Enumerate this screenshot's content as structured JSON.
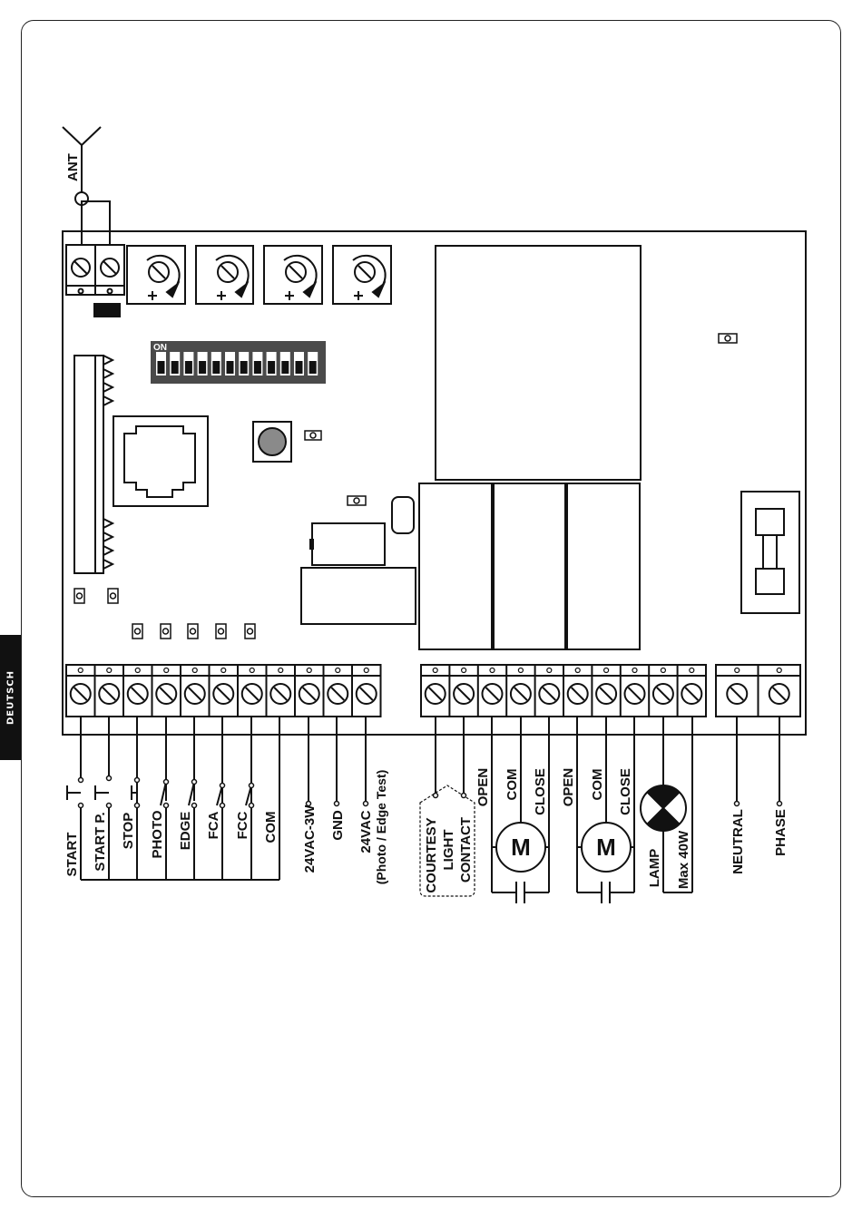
{
  "sidebar": {
    "language": "DEUTSCH"
  },
  "antenna": {
    "label": "ANT"
  },
  "dip_switch": {
    "label": "ON",
    "count": 12
  },
  "terminals": {
    "left_group": [
      {
        "label": "START"
      },
      {
        "label": "START P."
      },
      {
        "label": "STOP"
      },
      {
        "label": "PHOTO"
      },
      {
        "label": "EDGE"
      },
      {
        "label": "FCA"
      },
      {
        "label": "FCC"
      },
      {
        "label": "COM"
      },
      {
        "label": "24VAC-3W"
      },
      {
        "label": "GND"
      },
      {
        "label": "24VAC",
        "sub": "(Photo / Edge Test)"
      }
    ],
    "courtesy_light": [
      "COURTESY",
      "LIGHT",
      "CONTACT"
    ],
    "motor1": {
      "open": "OPEN",
      "com": "COM",
      "close": "CLOSE",
      "symbol": "M"
    },
    "motor2": {
      "open": "OPEN",
      "com": "COM",
      "close": "CLOSE",
      "symbol": "M"
    },
    "lamp": {
      "label": "LAMP",
      "rating": "Max 40W"
    },
    "power": {
      "neutral": "NEUTRAL",
      "phase": "PHASE"
    }
  },
  "colors": {
    "ink": "#111111",
    "dip_bg": "#4a4a4a",
    "button": "#8a8a8a",
    "tab": "#111111"
  }
}
